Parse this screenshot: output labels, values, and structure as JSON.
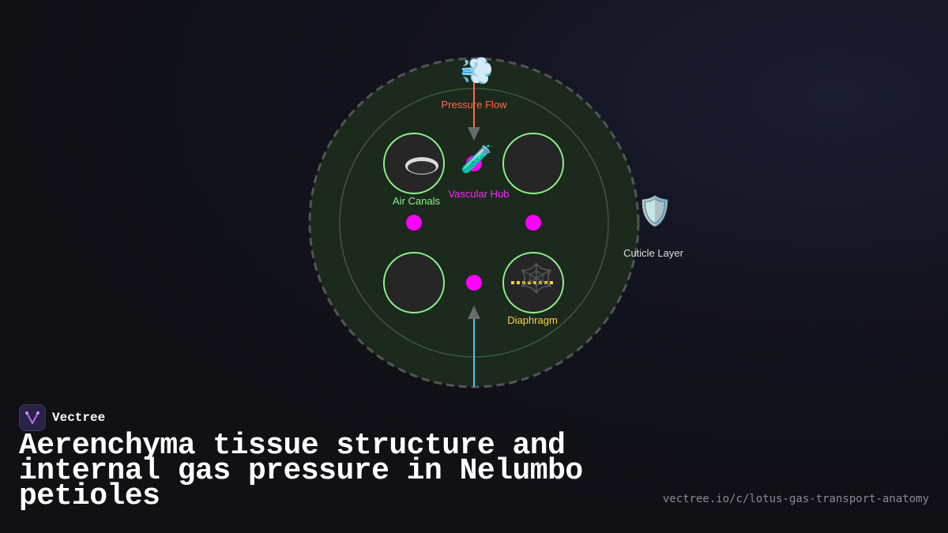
{
  "diagram": {
    "labels": {
      "pressure_flow": "Pressure Flow",
      "vascular_hub": "Vascular Hub",
      "air_canals": "Air Canals",
      "cuticle_layer": "Cuticle Layer",
      "diaphragm": "Diaphragm"
    },
    "icons": {
      "pressure_flow": "💨",
      "vascular_hub": "🧪",
      "cuticle_layer": "🛡️",
      "diaphragm": "🕸️"
    },
    "colors": {
      "pressure_flow": "#ff6b4a",
      "vascular_hub": "#ff22ff",
      "air_canals": "#8ef08a",
      "cuticle_layer": "#dddddd",
      "diaphragm": "#ffd23a",
      "upward_flow": "#4fc3f7",
      "vascular_dot": "#ff00ff",
      "tissue_fill": "#1b2a1c"
    }
  },
  "brand": {
    "name": "Vectree"
  },
  "title": "Aerenchyma tissue structure and internal gas pressure in Nelumbo petioles",
  "url": "vectree.io/c/lotus-gas-transport-anatomy"
}
